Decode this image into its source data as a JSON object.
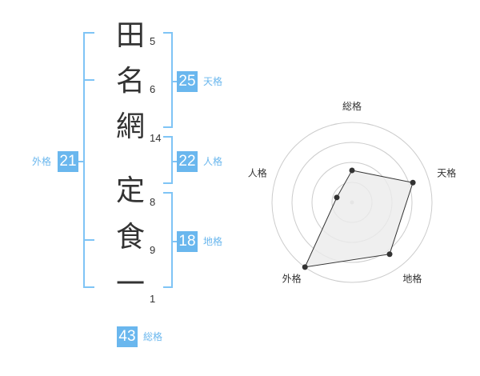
{
  "name": {
    "characters": [
      {
        "char": "田",
        "strokes": "5"
      },
      {
        "char": "名",
        "strokes": "6"
      },
      {
        "char": "網",
        "strokes": "14"
      },
      {
        "char": "定",
        "strokes": "8"
      },
      {
        "char": "食",
        "strokes": "9"
      },
      {
        "char": "一",
        "strokes": "1"
      }
    ]
  },
  "kakusu": {
    "tenkaku": {
      "value": "25",
      "label": "天格"
    },
    "jinkaku": {
      "value": "22",
      "label": "人格"
    },
    "chikaku": {
      "value": "18",
      "label": "地格"
    },
    "gaikaku": {
      "value": "21",
      "label": "外格"
    },
    "soukaku": {
      "value": "43",
      "label": "総格"
    }
  },
  "colors": {
    "accent": "#6ab7ee",
    "bracket": "#7fc4f5",
    "text": "#333333"
  },
  "chart_data": {
    "type": "radar",
    "axes": [
      "総格",
      "天格",
      "地格",
      "外格",
      "人格"
    ],
    "values": [
      2,
      4,
      4,
      5,
      1
    ],
    "max": 5,
    "rings": 4,
    "fill": "#ebebeb",
    "stroke": "#333333"
  }
}
